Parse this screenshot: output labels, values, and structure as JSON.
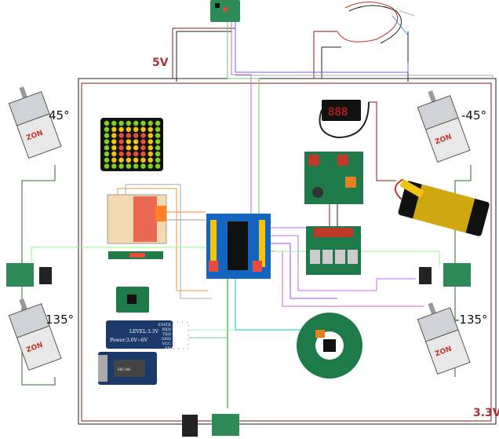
{
  "labels": {
    "rail_5v": "5V",
    "rail_3v3": "3.3V",
    "motor_front_left": "45°",
    "motor_front_right": "-45°",
    "motor_rear_left": "135°",
    "motor_rear_right": "-135°"
  },
  "motor_brand": "ZON",
  "bluetooth": {
    "level": "LEVEL:3.3V",
    "power": "Power:3.6V~6V",
    "model": "HC-06",
    "pins": [
      "STATE",
      "RXD",
      "TXD",
      "GND",
      "VCC",
      "EN"
    ]
  },
  "voltmeter_reading": "888",
  "colors": {
    "rail_label": "#a83232",
    "pcb_green": "#1f7a4a",
    "wire_red": "#c0392b",
    "wire_black": "#222222"
  }
}
